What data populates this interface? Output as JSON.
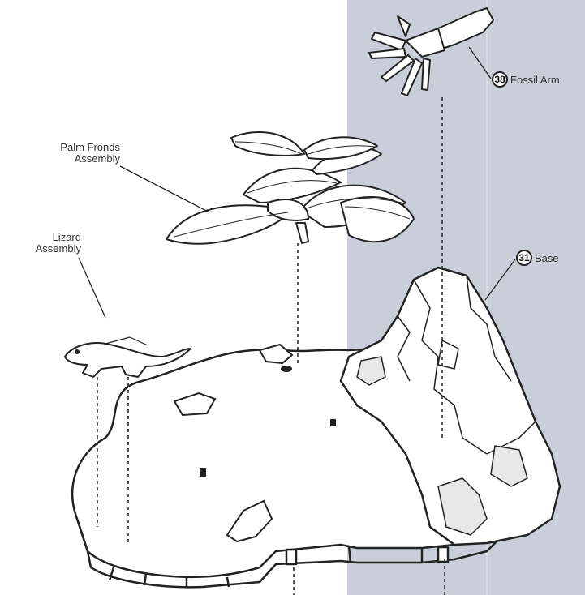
{
  "colors": {
    "shaded_panel": "#c9ced8",
    "line": "#222222",
    "fill": "#ffffff"
  },
  "labels": {
    "fossil_arm": {
      "number": "38",
      "text": "Fossil Arm"
    },
    "palm_fronds": "Palm Fronds\nAssembly",
    "lizard": "Lizard\nAssembly",
    "base": {
      "number": "31",
      "text": "Base"
    }
  }
}
